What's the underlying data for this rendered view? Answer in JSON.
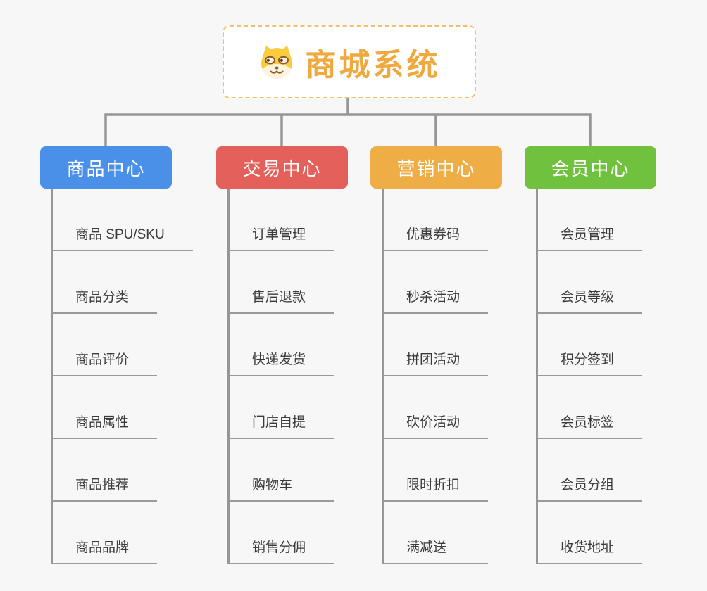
{
  "root": {
    "title": "商城系统",
    "icon": "doge-icon"
  },
  "branches": [
    {
      "label": "商品中心",
      "color": "#4B90E8",
      "children": [
        "商品 SPU/SKU",
        "商品分类",
        "商品评价",
        "商品属性",
        "商品推荐",
        "商品品牌"
      ]
    },
    {
      "label": "交易中心",
      "color": "#E4605B",
      "children": [
        "订单管理",
        "售后退款",
        "快递发货",
        "门店自提",
        "购物车",
        "销售分佣"
      ]
    },
    {
      "label": "营销中心",
      "color": "#EEAD45",
      "children": [
        "优惠券码",
        "秒杀活动",
        "拼团活动",
        "砍价活动",
        "限时折扣",
        "满减送"
      ]
    },
    {
      "label": "会员中心",
      "color": "#70C13E",
      "children": [
        "会员管理",
        "会员等级",
        "积分签到",
        "会员标签",
        "会员分组",
        "收货地址"
      ]
    }
  ],
  "colors": {
    "background": "#F7F7F7",
    "connector": "#969696",
    "root_text": "#F0A93E",
    "root_border": "#F7BE68",
    "leaf_text": "#3A3A3A",
    "branch_text": "#FFFFFF"
  }
}
